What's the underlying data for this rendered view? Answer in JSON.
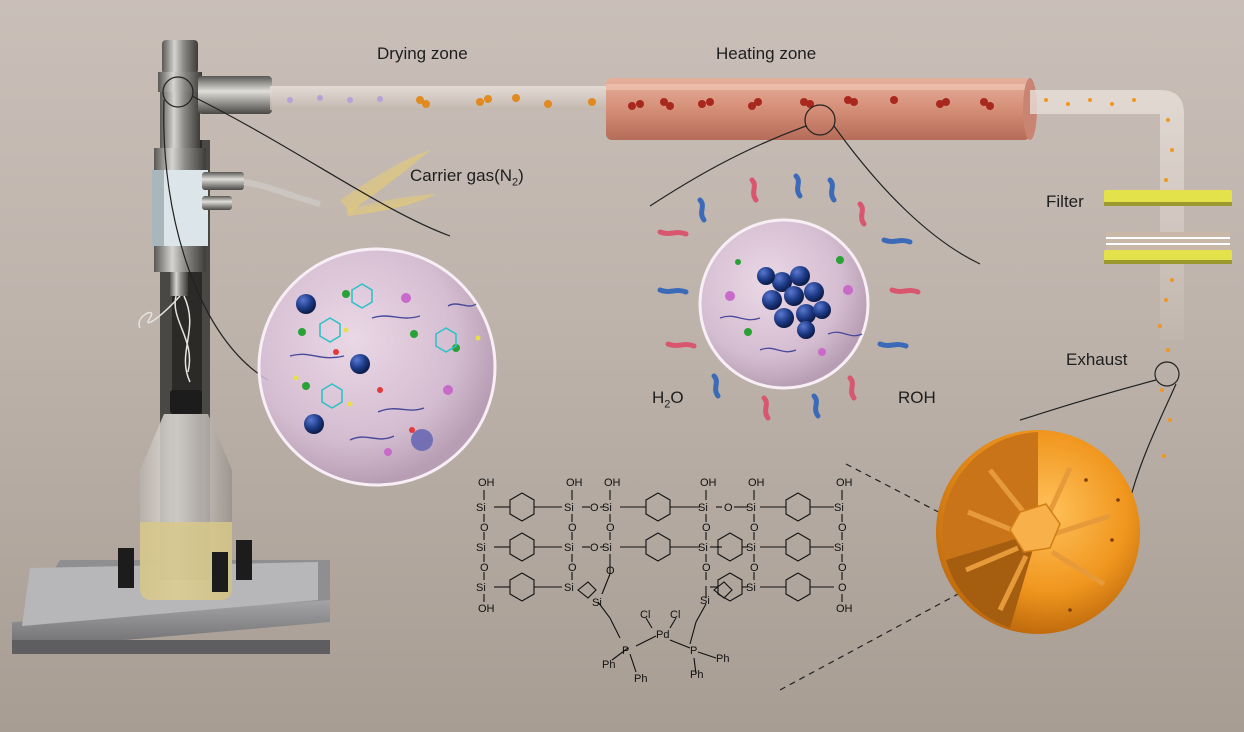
{
  "labels": {
    "drying_zone": "Drying zone",
    "heating_zone": "Heating zone",
    "carrier_gas_prefix": "Carrier gas(N",
    "carrier_gas_sub": "2",
    "carrier_gas_suffix": ")",
    "filter": "Filter",
    "exhaust": "Exhaust",
    "h2o_prefix": "H",
    "h2o_sub": "2",
    "h2o_suffix": "O",
    "roh": "ROH"
  },
  "chemistry": {
    "si": "Si",
    "o": "O",
    "oh": "OH",
    "p": "P",
    "pd": "Pd",
    "cl": "Cl",
    "ph": "Ph"
  },
  "colors": {
    "tube_glass": "#ddd3cc",
    "heating_zone": "#d99a82",
    "filter_yellow": "#e3e24a",
    "sphere_orange": "#f0961e",
    "bead_blue": "#1d3a86",
    "particle_orange": "#e08a20",
    "particle_red": "#a8281e"
  }
}
